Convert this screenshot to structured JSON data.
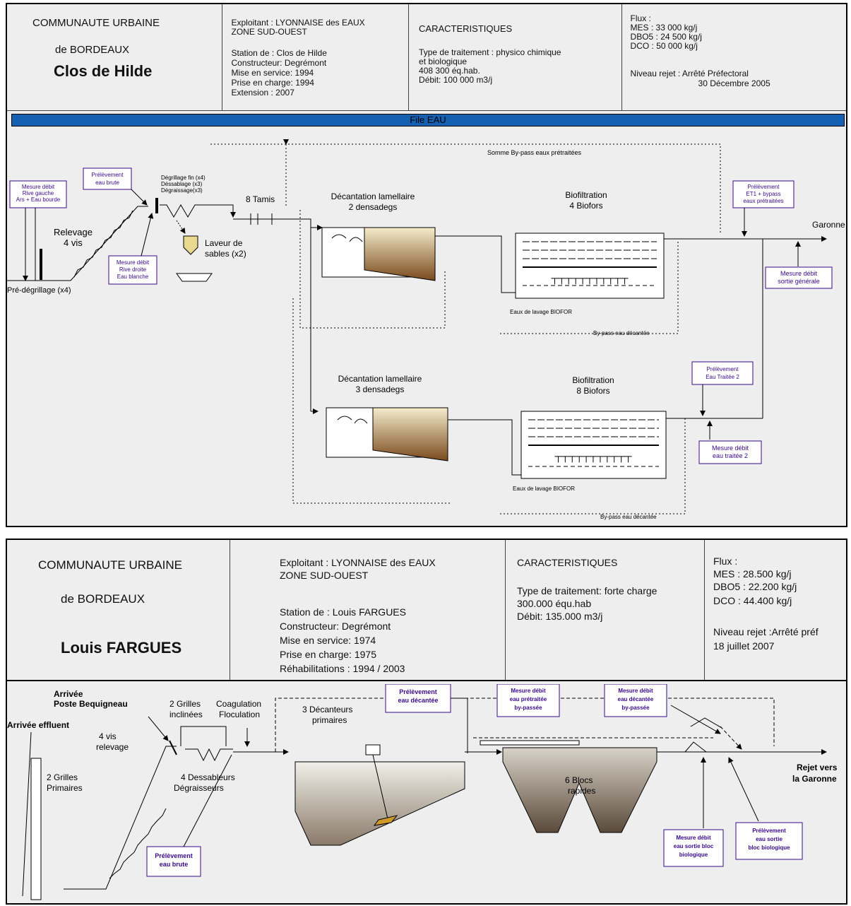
{
  "plant1": {
    "org_line1": "COMMUNAUTE URBAINE",
    "org_line2": "de BORDEAUX",
    "name": "Clos de Hilde",
    "exploitant": [
      "Exploitant : LYONNAISE des EAUX",
      "ZONE SUD-OUEST"
    ],
    "station": [
      "Station de : Clos de Hilde",
      "Constructeur: Degrémont",
      "Mise en service: 1994",
      "Prise en charge: 1994",
      "Extension : 2007"
    ],
    "carac_title": "CARACTERISTIQUES",
    "carac": [
      "Type de traitement : physico chimique",
      "et biologique",
      "408 300 éq.hab.",
      "Débit: 100 000 m3/j"
    ],
    "flux": [
      "Flux :",
      "MES : 33 000 kg/j",
      "DBO5 : 24 500 kg/j",
      "DCO : 50 000 kg/j"
    ],
    "rejet": [
      "Niveau rejet : Arrêté Préfectoral",
      "30 Décembre 2005"
    ],
    "band": "File EAU",
    "labels": {
      "bypass_top": "Somme By-pass eaux prétraitées",
      "mesure_rg": [
        "Mesure débit",
        "Rive gauche",
        "Ars + Eau bourde"
      ],
      "prelev_brute": [
        "Prélèvement",
        "eau brute"
      ],
      "degrillage": [
        "Dégrillage fin (x4)",
        "Déssablage (x3)",
        "Dégraissage(x3)"
      ],
      "tamis": "8 Tamis",
      "relevage": [
        "Relevage",
        "4 vis"
      ],
      "laveur": [
        "Laveur de",
        "sables (x2)"
      ],
      "mesure_rd": [
        "Mesure débit",
        "Rive droite",
        "Eau blanche"
      ],
      "predegrillage": "Pré-dégrillage (x4)",
      "decant1": [
        "Décantation lamellaire",
        "2 densadegs"
      ],
      "biofil1": [
        "Biofiltration",
        "4 Biofors"
      ],
      "prelev_et1": [
        "Prélèvement",
        "ET1 + bypass",
        "eaux prétraitées"
      ],
      "garonne": "Garonne",
      "mesure_sortie": [
        "Mesure débit",
        "sortie générale"
      ],
      "lavage1": "Eaux de lavage BIOFOR",
      "bypass_dec1": "By-pass eau décantée",
      "decant2": [
        "Décantation lamellaire",
        "3 densadegs"
      ],
      "biofil2": [
        "Biofiltration",
        "8 Biofors"
      ],
      "prelev_et2": [
        "Prélèvement",
        "Eau Traitée 2"
      ],
      "mesure_et2": [
        "Mesure débit",
        "eau traitée 2"
      ],
      "lavage2": "Eaux de lavage BIOFOR",
      "bypass_dec2": "By-pass eau décantée"
    }
  },
  "plant2": {
    "org_line1": "COMMUNAUTE URBAINE",
    "org_line2": "de BORDEAUX",
    "name": "Louis FARGUES",
    "exploitant": [
      "Exploitant : LYONNAISE des EAUX",
      "ZONE SUD-OUEST"
    ],
    "station": [
      "Station de : Louis FARGUES",
      "Constructeur: Degrémont",
      "Mise en service: 1974",
      "Prise en charge: 1975",
      "Réhabilitations : 1994 / 2003"
    ],
    "carac_title": "CARACTERISTIQUES",
    "carac": [
      "Type de traitement: forte charge",
      "300.000 équ.hab",
      "Débit: 135.000 m3/j"
    ],
    "flux": [
      "Flux :",
      "MES : 28.500 kg/j",
      "DBO5 : 22.200 kg/j",
      "DCO : 44.400 kg/j"
    ],
    "rejet": [
      "Niveau rejet :Arrêté préf",
      "18 juillet 2007"
    ],
    "labels": {
      "arrivee_poste": [
        "Arrivée",
        "Poste Bequigneau"
      ],
      "grilles_incl": [
        "2 Grilles",
        "inclinées"
      ],
      "coagulation": [
        "Coagulation",
        "Floculation"
      ],
      "decanteurs": [
        "3 Décanteurs",
        "primaires"
      ],
      "prelev_decantee": [
        "Prélèvement",
        "eau décantée"
      ],
      "mesure_pretraitee": [
        "Mesure débit",
        "eau prétraitée",
        "by-passée"
      ],
      "mesure_decantee": [
        "Mesure débit",
        "eau décantée",
        "by-passée"
      ],
      "arrivee_effluent": "Arrivée effluent",
      "vis": [
        "4 vis",
        "relevage"
      ],
      "grilles_prim": [
        "2 Grilles",
        "Primaires"
      ],
      "dessableurs": [
        "4 Dessableurs",
        "Dégraisseurs"
      ],
      "blocs": [
        "6 Blocs",
        "rapides"
      ],
      "rejet": [
        "Rejet vers",
        "la Garonne"
      ],
      "prelev_brute": [
        "Prélèvement",
        "eau brute"
      ],
      "mesure_bloc": [
        "Mesure débit",
        "eau sortie bloc",
        "biologique"
      ],
      "prelev_bloc": [
        "Prélèvement",
        "eau sortie",
        "bloc biologique"
      ]
    }
  }
}
